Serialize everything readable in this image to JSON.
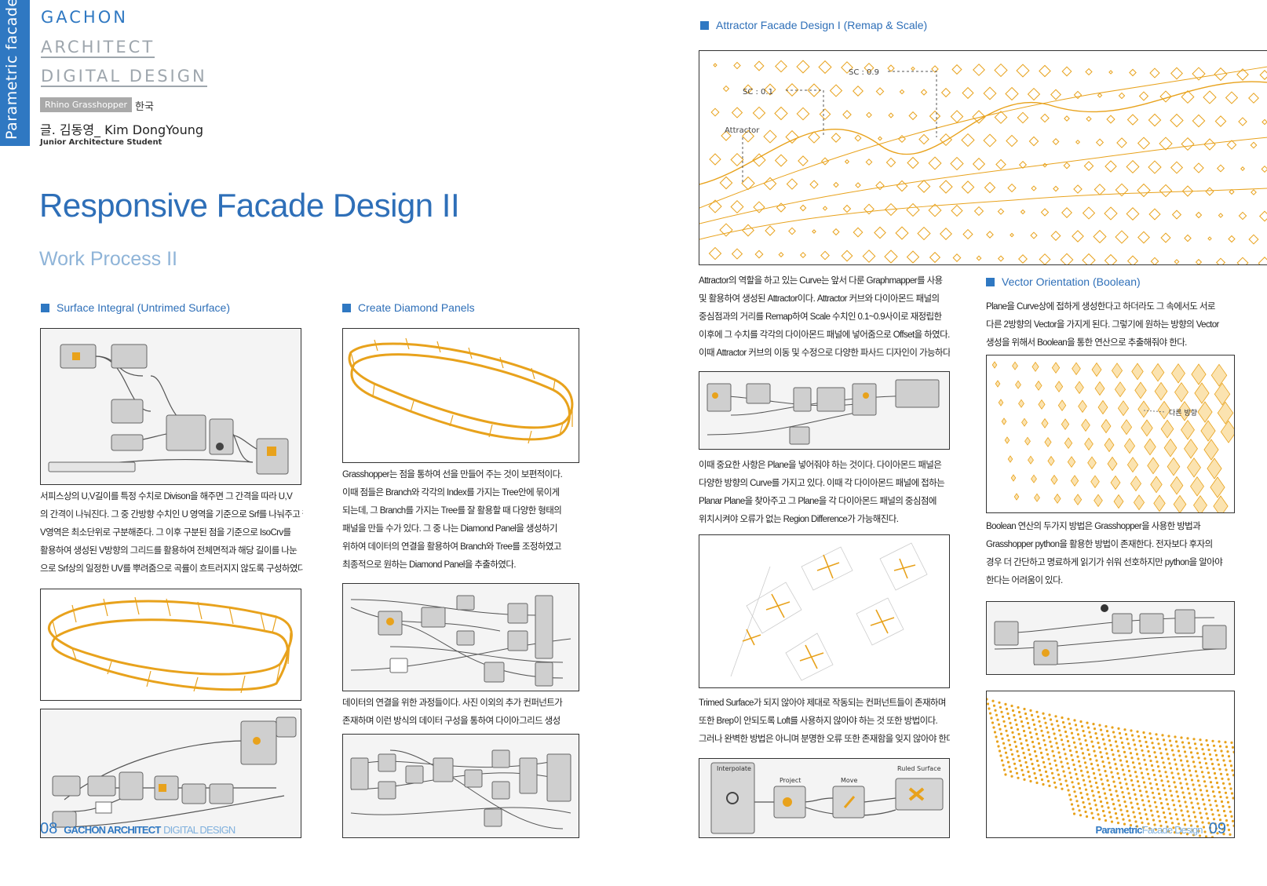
{
  "sidebar": {
    "label": "Parametric facade"
  },
  "brand": {
    "line1": "GACHON",
    "line2": "ARCHITECT",
    "line3": "DIGITAL DESIGN"
  },
  "meta": {
    "software_tag": "Rhino Grasshopper",
    "language_tag": "한국",
    "author": "글. 김동영_ Kim DongYoung",
    "role": "Junior Architecture Student"
  },
  "heading": {
    "title": "Responsive Facade Design II",
    "subtitle": "Work Process II"
  },
  "sections": {
    "surface_integral": {
      "title": "Surface Integral (Untrimed Surface)",
      "text": [
        "서피스상의 U,V길이를 특정 수치로 Divison을 해주면 그 간격을 따라 U,V",
        "의 간격이 나눠진다. 그 중 간방향 수치인 U 영역을 기준으로 Srf를 나눠주고 짧은",
        "V영역은 최소단위로 구분해준다. 그 이후 구분된 점을 기준으로 IsoCrv를",
        "활용하여 생성된 V방향의 그리드를 활용하여 전체면적과 해당 길이를 나눈",
        "으로 Srf상의 일정한 UV를 뿌려줌으로 곡률이 흐트러지지 않도록 구성하였다."
      ]
    },
    "diamond": {
      "title": "Create Diamond Panels",
      "text1": [
        "Grasshopper는 점을 통하여 선을 만들어 주는 것이 보편적이다.",
        "이때 점들은 Branch와 각각의 Index를 가지는 Tree안에 묶이게",
        "되는데, 그 Branch를 가지는 Tree를 잘 활용할 때 다양한 형태의",
        "패널을 만들 수가 있다. 그 중 나는 Diamond Panel을 생성하기",
        "위하여 데이터의 연결을 활용하여 Branch와 Tree를 조정하였고",
        "최종적으로 원하는 Diamond Panel을 추출하였다."
      ],
      "text2": [
        "데이터의 연결을 위한 과정들이다. 사진 이외의 추가 컨퍼넌트가",
        "존재하며 이런 방식의 데이터 구성을 통하여 다이아그리드 생성"
      ]
    },
    "attractor": {
      "title": "Attractor Facade Design I (Remap & Scale)",
      "labels": {
        "sc_low": "SC : 0.1",
        "sc_high": "SC : 0.9",
        "attractor": "Attractor"
      },
      "text1": [
        "Attractor의 역할을 하고 있는 Curve는 앞서 다룬 Graphmapper를 사용",
        "및 활용하여 생성된 Attractor이다. Attractor 커브와 다이아몬드 패널의",
        "중심점과의 거리를 Remap하여 Scale 수치인 0.1~0.9사이로 재정립한",
        "이후에 그 수치를 각각의 다이아몬드 패널에 넣어줌으로 Offset을 하였다.",
        "이때 Attractor 커브의 이동 및 수정으로 다양한 파사드 디자인이 가능하다."
      ],
      "text2": [
        "이때 중요한 사항은 Plane을 넣어줘야 하는 것이다. 다이아몬드 패널은",
        "다양한 방향의 Curve를 가지고 있다. 이때 각 다이아몬드 패널에 접하는",
        "Planar Plane을 찾아주고 그 Plane을 각 다이아몬드 패널의 중심점에",
        "위치시켜야 오류가 없는 Region Difference가 가능해진다."
      ],
      "text3": [
        "Trimed Surface가 되지 않아야 제대로 작동되는 컨퍼넌트들이 존재하며",
        "또한 Brep이 안되도록 Loft를 사용하지 않아야 하는 것 또한 방법이다.",
        "그러나 완벽한 방법은 아니며 분명한 오류 또한 존재함을 잊지 않아야 한다."
      ],
      "gh_labels": {
        "interpolate": "Interpolate",
        "project": "Project",
        "move": "Move",
        "ruled": "Ruled Surface"
      }
    },
    "vector": {
      "title": "Vector Orientation (Boolean)",
      "text1": [
        "Plane을 Curve상에 접하게 생성한다고 하더라도 그 속에서도 서로",
        "다른 2방향의 Vector을 가지게 된다. 그렇기에 원하는 방향의 Vector",
        "생성을 위해서 Boolean을 통한 연산으로 추출해줘야 한다."
      ],
      "label": "다른 방향",
      "text2": [
        "Boolean 연산의 두가지 방법은 Grasshopper을 사용한 방법과",
        "Grasshopper python을 활용한 방법이 존재한다. 전자보다 후자의",
        "경우 더 간단하고 명료하게 읽기가 쉬워 선호하지만 python을 알아야",
        "한다는 어려움이 있다."
      ]
    }
  },
  "footer": {
    "left_page": "08",
    "left_bold": "GACHON ARCHITECT",
    "left_light": "DIGITAL DESIGN",
    "right_bold": "Parametric",
    "right_light": "Facade Design",
    "right_page": "09"
  },
  "colors": {
    "accent": "#2f78c2",
    "orange": "#e8a21c",
    "title": "#2e6fb8"
  }
}
